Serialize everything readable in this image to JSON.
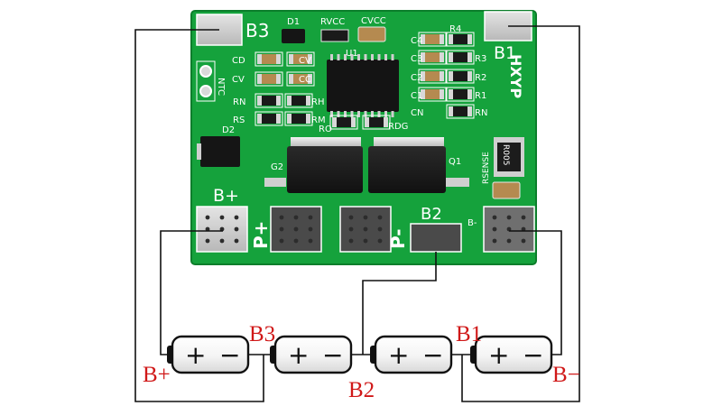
{
  "board": {
    "title": "HXYP",
    "pads": {
      "b3": "B3",
      "b1": "B1",
      "b_plus": "B+",
      "p_plus": "P+",
      "p_minus": "P-",
      "b2": "B2",
      "b_minus": "B-"
    },
    "labels": {
      "d1": "D1",
      "rvcc": "RVCC",
      "cvcc": "CVCC",
      "u1": "U1",
      "c4": "C4",
      "c3": "C3",
      "c2": "C2",
      "c1": "C1",
      "r1": "R1",
      "r2": "R2",
      "r3": "R3",
      "r4": "R4",
      "cd": "CD",
      "cv": "CV",
      "cv2": "CV",
      "cc": "CC",
      "rn": "RN",
      "rh": "RH",
      "rs": "RS",
      "rm": "RM",
      "ro": "RO",
      "rdg": "RDG",
      "cn": "CN",
      "ntc": "NTC",
      "d2": "D2",
      "g2": "G2",
      "q1": "Q1",
      "rsense": "RSENSE",
      "r005": "R005"
    }
  },
  "battery": {
    "plus": "+",
    "minus": "−"
  },
  "wiring_labels": {
    "b_plus": "B+",
    "b3": "B3",
    "b2": "B2",
    "b1": "B1",
    "b_minus": "B−"
  },
  "colors": {
    "pcb": "#15a23c",
    "silkscreen": "#ffffff",
    "wire": "#111111",
    "label_red": "#d01818"
  }
}
